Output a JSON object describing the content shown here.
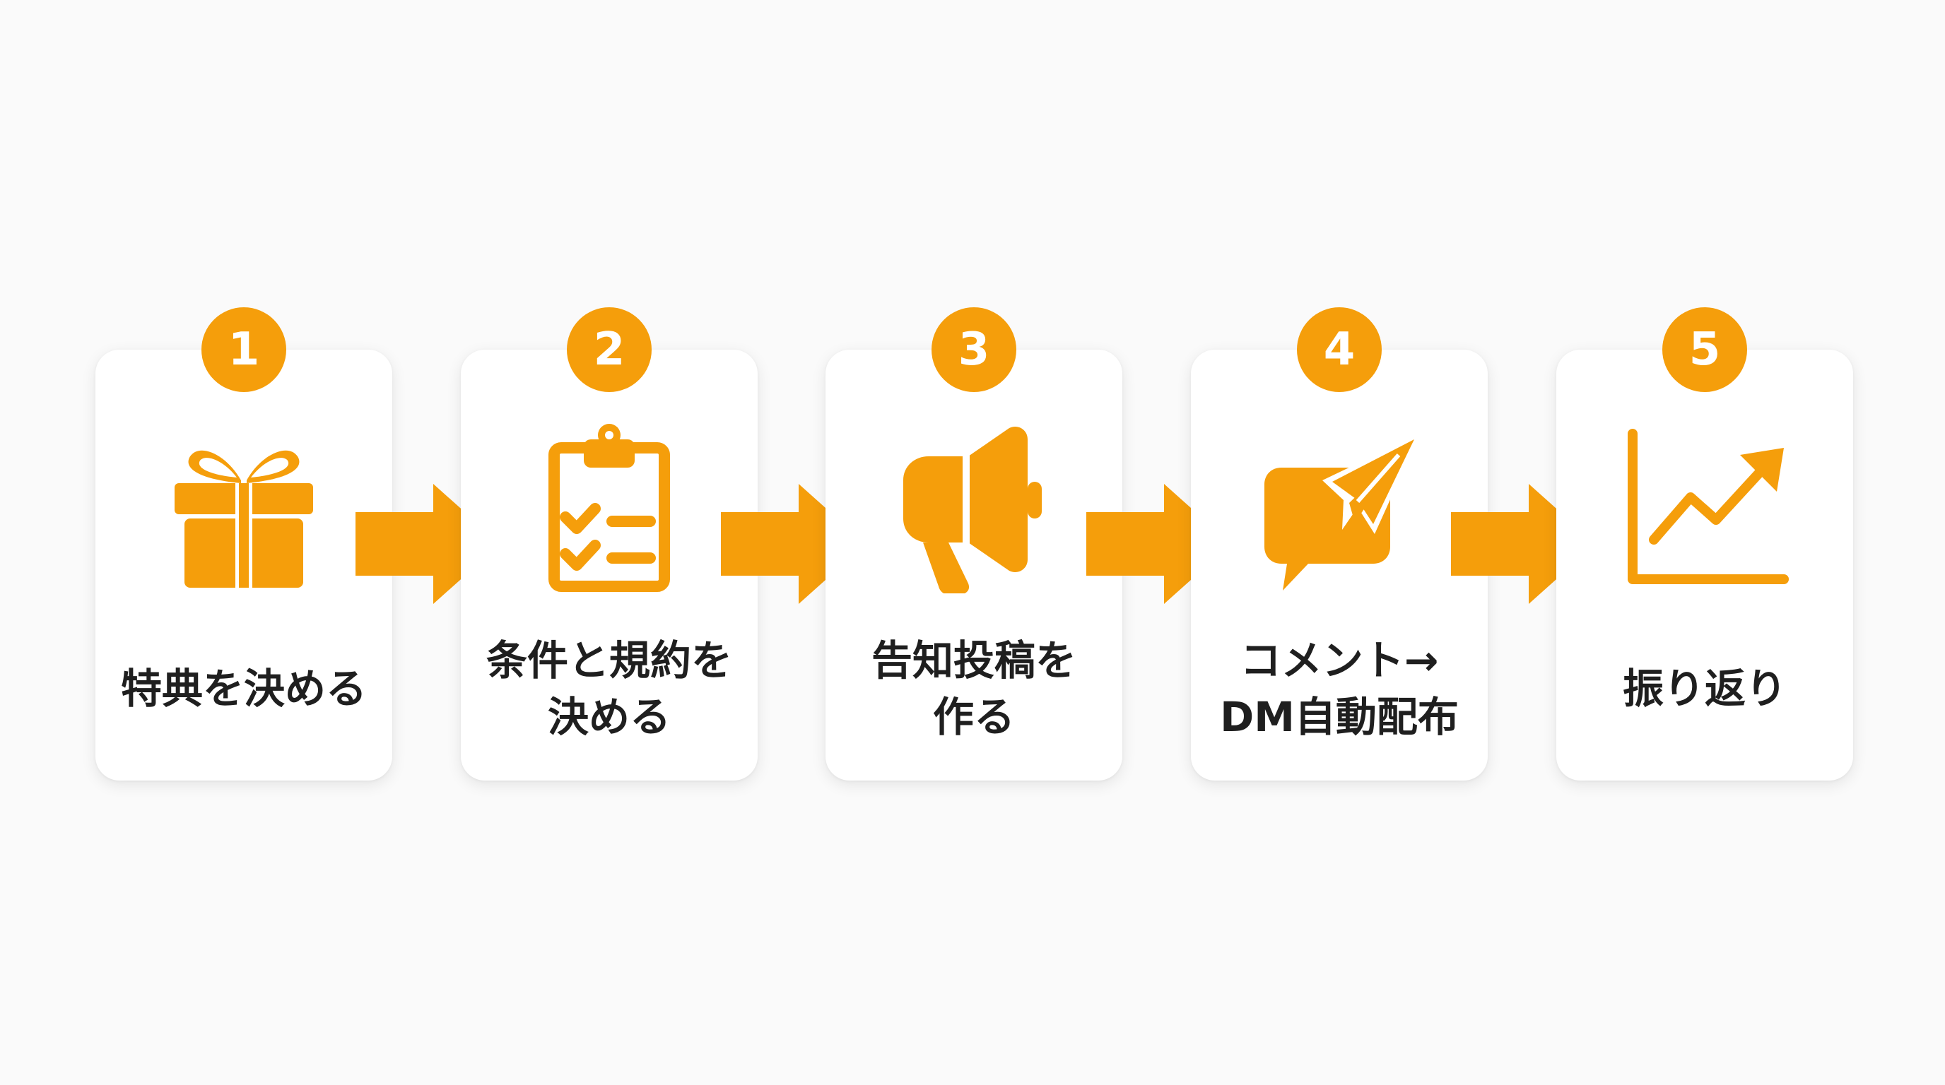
{
  "accent_color": "#f59e0b",
  "text_color": "#1f1f1f",
  "steps": [
    {
      "number": "1",
      "icon": "gift-icon",
      "label_lines": [
        "特典を決める"
      ]
    },
    {
      "number": "2",
      "icon": "clipboard-checklist-icon",
      "label_lines": [
        "条件と規約を",
        "決める"
      ]
    },
    {
      "number": "3",
      "icon": "megaphone-icon",
      "label_lines": [
        "告知投稿を",
        "作る"
      ]
    },
    {
      "number": "4",
      "icon": "chat-send-icon",
      "label_lines": [
        "コメント→",
        "DM自動配布"
      ]
    },
    {
      "number": "5",
      "icon": "growth-chart-icon",
      "label_lines": [
        "振り返り"
      ]
    }
  ]
}
